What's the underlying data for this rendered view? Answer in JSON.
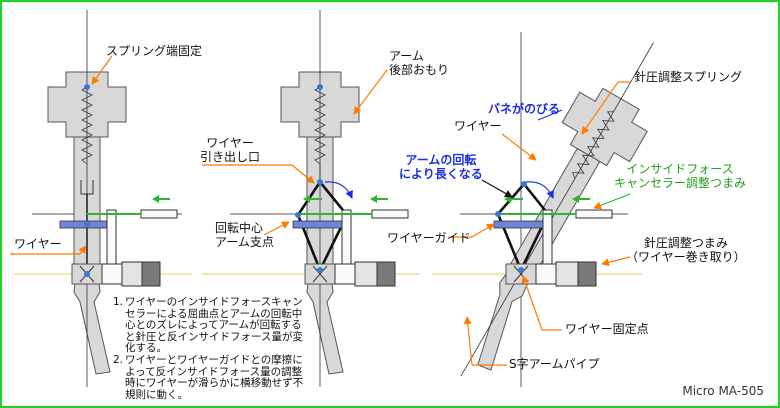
{
  "colors": {
    "border": "#22d322",
    "arm_fill": "#d8d8d8",
    "arm_stroke": "#555555",
    "wire": "#111111",
    "leader_orange": "#ff7a00",
    "leader_green": "#2fb52f",
    "accent_blue": "#1d2ee0",
    "pivot_dot": "#3a78d8",
    "tan_line": "#f0c860",
    "guide_blue": "#6f86d6",
    "counterweight_dark": "#7a7a7a"
  },
  "labels": {
    "spring_fixed": "スプリング端固定",
    "arm_rear_weight": [
      "アーム",
      "後部おもり"
    ],
    "wire_pullout": [
      "ワイヤー",
      "引き出し口"
    ],
    "pivot_center": [
      "回転中心",
      "アーム支点"
    ],
    "wire_left": "ワイヤー",
    "spring_stretch": "バネがのびる",
    "wire_mid": "ワイヤー",
    "arm_rotation": [
      "アームの回転",
      "により長くなる"
    ],
    "wire_guide": "ワイヤーガイド",
    "tracking_spring": "針圧調整スプリング",
    "inside_force_knob": [
      "インサイドフォース",
      "キャンセラー調整つまみ"
    ],
    "tracking_knob": [
      "針圧調整つまみ",
      "（ワイヤー巻き取り）"
    ],
    "wire_fixed_point": "ワイヤー固定点",
    "s_arm_pipe": "S字アームパイプ"
  },
  "notes": [
    {
      "num": "1.",
      "text": "ワイヤーのインサイドフォースキャンセラーによる屈曲点とアームの回転中心とのズレによってアームが回転すると針圧と反インサイドフォース量が変化する。"
    },
    {
      "num": "2.",
      "text": "ワイヤーとワイヤーガイドとの摩擦によって反インサイドフォース量の調整時にワイヤーが滑らかに横移動せず不規則に動く。"
    }
  ],
  "credit": "Micro MA-505"
}
